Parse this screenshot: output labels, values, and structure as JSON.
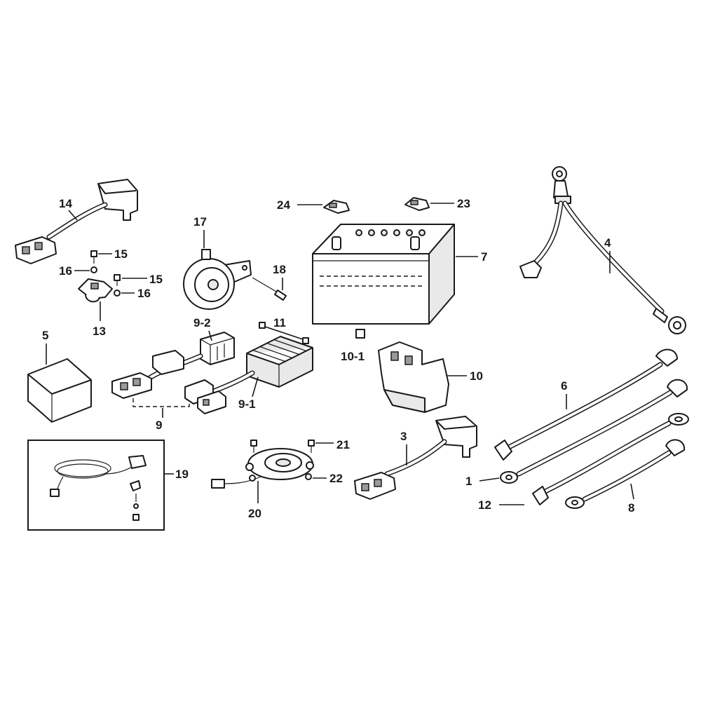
{
  "callouts": {
    "c1": "1",
    "c3": "3",
    "c4": "4",
    "c5": "5",
    "c6": "6",
    "c7": "7",
    "c8": "8",
    "c9": "9",
    "c9_1": "9-1",
    "c9_2": "9-2",
    "c10": "10",
    "c10_1": "10-1",
    "c11": "11",
    "c12": "12",
    "c13": "13",
    "c14": "14",
    "c15a": "15",
    "c15b": "15",
    "c16a": "16",
    "c16b": "16",
    "c17": "17",
    "c18": "18",
    "c19": "19",
    "c20": "20",
    "c21": "21",
    "c22": "22",
    "c23": "23",
    "c24": "24"
  }
}
